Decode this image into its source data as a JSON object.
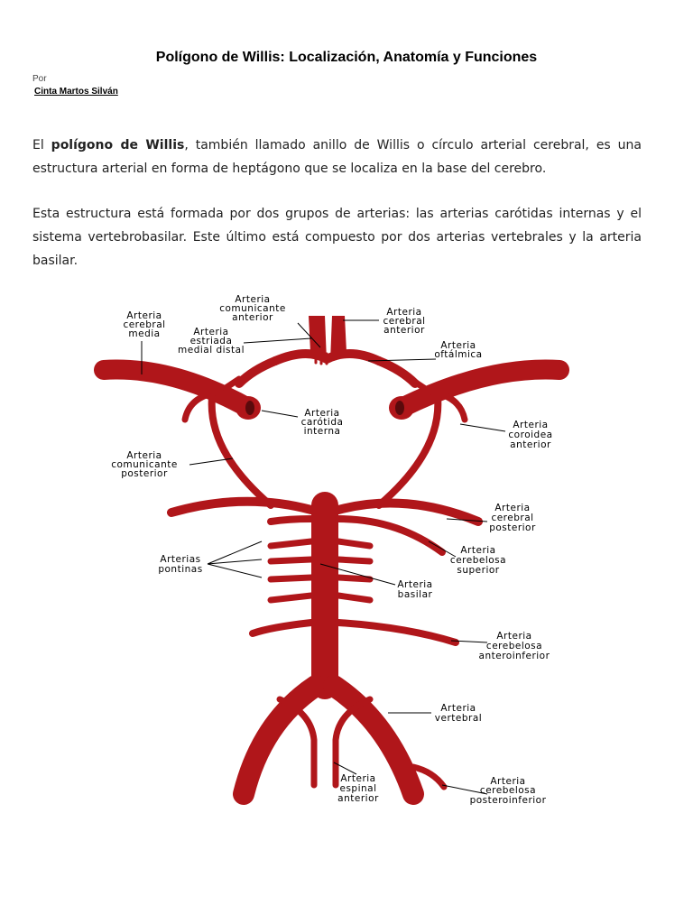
{
  "article": {
    "title": "Polígono de Willis: Localización, Anatomía y Funciones",
    "by_label": "Por",
    "author": "Cinta Martos Silván"
  },
  "paragraph1": {
    "lead": "El ",
    "bold": "polígono de Willis",
    "rest": ", también llamado anillo de Willis o círculo arterial cerebral, es una estructura arterial en forma de heptágono que se localiza en la base del cerebro."
  },
  "paragraph2": {
    "text": "Esta estructura está formada por dos grupos de arterias: las arterias carótidas internas y el sistema vertebrobasilar. Este último está compuesto por dos arterias vertebrales y la arteria basilar."
  },
  "diagram": {
    "colors": {
      "artery": "#b0161a",
      "label_line": "#000000"
    },
    "labels": {
      "cerebral_media": [
        "Arteria",
        "cerebral",
        "media"
      ],
      "comunicante_anterior": [
        "Arteria",
        "comunicante",
        "anterior"
      ],
      "estriada_medial": [
        "Arteria",
        "estriada",
        "medial distal"
      ],
      "cerebral_anterior": [
        "Arteria",
        "cerebral",
        "anterior"
      ],
      "oftalmica": [
        "Arteria",
        "oftálmica"
      ],
      "carotida_interna": [
        "Arteria",
        "carótida",
        "interna"
      ],
      "coroidea_anterior": [
        "Arteria",
        "coroidea",
        "anterior"
      ],
      "comunicante_posterior": [
        "Arteria",
        "comunicante",
        "posterior"
      ],
      "cerebral_posterior": [
        "Arteria",
        "cerebral",
        "posterior"
      ],
      "cerebelosa_superior": [
        "Arteria",
        "cerebelosa",
        "superior"
      ],
      "pontinas": [
        "Arterias",
        "pontinas"
      ],
      "basilar": [
        "Arteria",
        "basilar"
      ],
      "cerebelosa_anteroinferior": [
        "Arteria",
        "cerebelosa",
        "anteroinferior"
      ],
      "vertebral": [
        "Arteria",
        "vertebral"
      ],
      "espinal_anterior": [
        "Arteria",
        "espinal",
        "anterior"
      ],
      "cerebelosa_posteroinferior": [
        "Arteria",
        "cerebelosa",
        "posteroinferior"
      ]
    }
  }
}
